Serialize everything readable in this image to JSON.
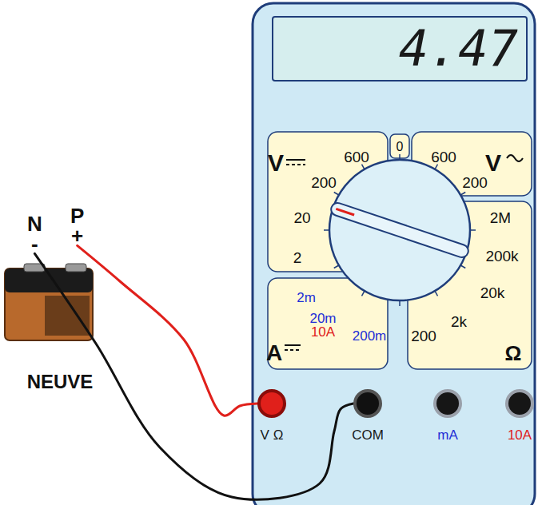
{
  "diagram": {
    "nodes": [
      {
        "text": [
          "N",
          "-"
        ]
      },
      {
        "text": [
          "P",
          "+"
        ]
      },
      {
        "text": [
          "4.47"
        ]
      },
      {
        "text": [
          "V Ω"
        ]
      },
      {
        "text": [
          "COM"
        ]
      },
      {
        "text": [
          "mA"
        ]
      },
      {
        "text": [
          "10A"
        ]
      }
    ],
    "edges": [
      {
        "from": 1,
        "to": 3,
        "arrow": "none"
      },
      {
        "from": 0,
        "to": 4,
        "arrow": "none"
      }
    ],
    "labels": [
      "NEUVE",
      "V",
      "600",
      "200",
      "20",
      "2",
      "0",
      "600",
      "200",
      "V",
      "2M",
      "200k",
      "20k",
      "2k",
      "200",
      "Ω",
      "2m",
      "20m",
      "10A",
      "200m",
      "A"
    ]
  }
}
